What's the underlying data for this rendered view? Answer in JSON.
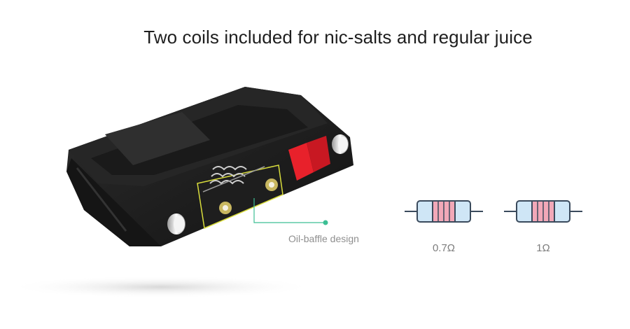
{
  "headline": "Two coils included for nic-salts and regular juice",
  "callout": {
    "label": "Oil-baffle design",
    "color": "#3cbf94"
  },
  "coils": [
    {
      "value": "0.7Ω",
      "band_color": "#f2a8b8",
      "end_color": "#cfe6f6",
      "outline_color": "#3a4a5c"
    },
    {
      "value": "1Ω",
      "band_color": "#f2a8b8",
      "end_color": "#cfe6f6",
      "outline_color": "#3a4a5c"
    }
  ],
  "colors": {
    "pod_body": "#1c1c1c",
    "pod_highlight": "#3a3a3a",
    "slider_red": "#e8212b",
    "baffle_outline": "#d8dc3c"
  },
  "icons": [
    "pod-cartridge-image",
    "resistor-icon"
  ]
}
